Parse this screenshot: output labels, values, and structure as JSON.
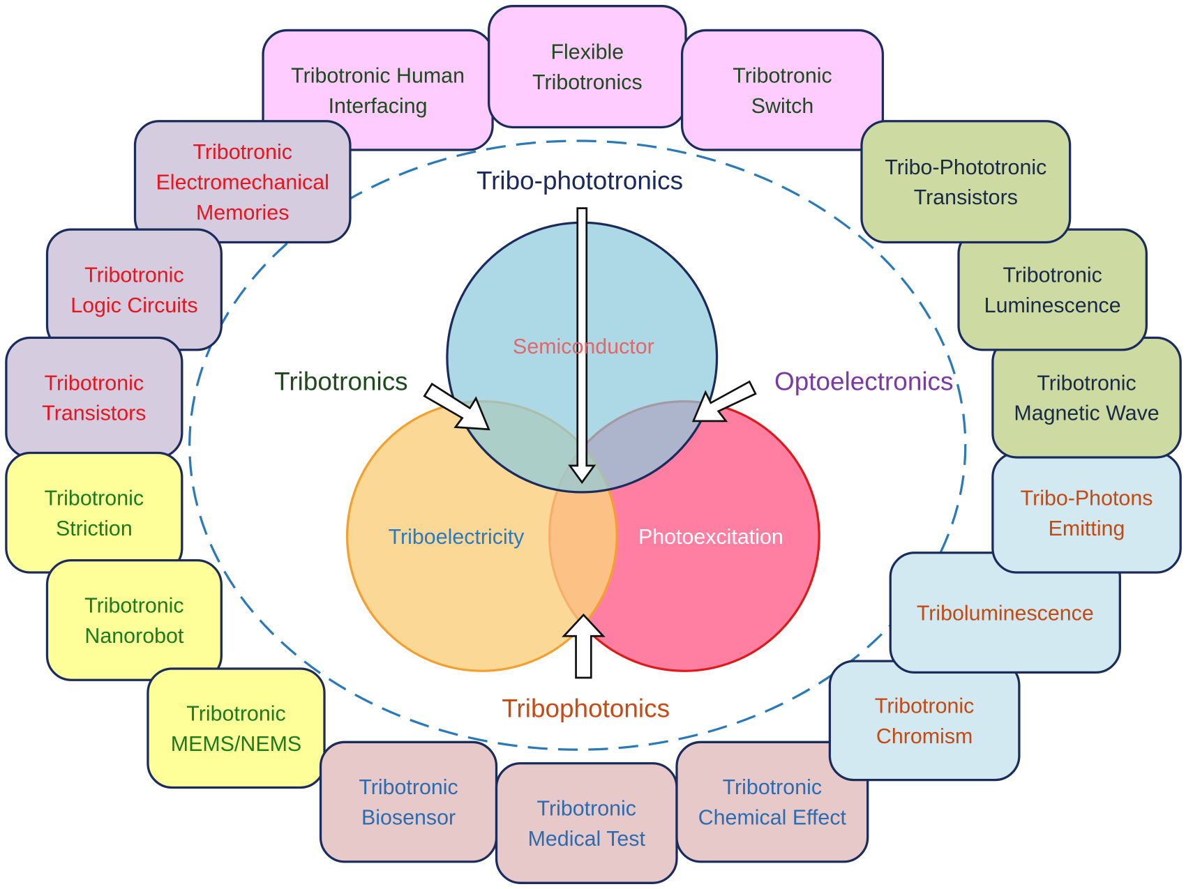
{
  "center": {
    "top_label": "Tribo-phototronics",
    "left_label": "Tribotronics",
    "right_label": "Optoelectronics",
    "bottom_label": "Tribophotonics",
    "circles": {
      "semiconductor": "Semiconductor",
      "triboelectricity": "Triboelectricity",
      "photoexcitation": "Photoexcitation"
    }
  },
  "colors": {
    "pink_group_fill": "#ffccff",
    "pink_group_text": "#1e4a1e",
    "lavender_group_fill": "#d6cce0",
    "lavender_group_text": "#e8141e",
    "yellow_group_fill": "#ffff99",
    "yellow_group_text": "#1e7a1e",
    "rose_group_fill": "#e8c9c9",
    "rose_group_text": "#2b6cb0",
    "lightblue_group_fill": "#d2e9f1",
    "lightblue_group_text": "#c44a12",
    "green_group_fill": "#cddba3",
    "green_group_text": "#1a2a44",
    "box_stroke": "#1b2c5c",
    "semiconductor": "#8ecbdc",
    "triboelectricity": "#fbd07f",
    "photoexcitation": "#ff7fa2",
    "dashed_ellipse": "#2a7ab8"
  },
  "applications": [
    {
      "group": "pink",
      "lines": [
        "Tribotronic Human",
        "Interfacing"
      ]
    },
    {
      "group": "pink",
      "lines": [
        "Flexible",
        "Tribotronics"
      ]
    },
    {
      "group": "pink",
      "lines": [
        "Tribotronic",
        "Switch"
      ]
    },
    {
      "group": "lavender",
      "lines": [
        "Tribotronic",
        "Electromechanical",
        "Memories"
      ]
    },
    {
      "group": "lavender",
      "lines": [
        "Tribotronic",
        "Logic Circuits"
      ]
    },
    {
      "group": "lavender",
      "lines": [
        "Tribotronic",
        "Transistors"
      ]
    },
    {
      "group": "yellow",
      "lines": [
        "Tribotronic",
        "Striction"
      ]
    },
    {
      "group": "yellow",
      "lines": [
        "Tribotronic",
        "Nanorobot"
      ]
    },
    {
      "group": "yellow",
      "lines": [
        "Tribotronic",
        "MEMS/NEMS"
      ]
    },
    {
      "group": "rose",
      "lines": [
        "Tribotronic",
        "Biosensor"
      ]
    },
    {
      "group": "rose",
      "lines": [
        "Tribotronic",
        "Medical Test"
      ]
    },
    {
      "group": "rose",
      "lines": [
        "Tribotronic",
        "Chemical Effect"
      ]
    },
    {
      "group": "lightblue",
      "lines": [
        "Tribotronic",
        "Chromism"
      ]
    },
    {
      "group": "lightblue",
      "lines": [
        "Triboluminescence"
      ]
    },
    {
      "group": "lightblue",
      "lines": [
        "Tribo-Photons",
        "Emitting"
      ]
    },
    {
      "group": "green",
      "lines": [
        "Tribotronic",
        "Magnetic Wave"
      ]
    },
    {
      "group": "green",
      "lines": [
        "Tribotronic",
        "Luminescence"
      ]
    },
    {
      "group": "green",
      "lines": [
        "Tribo-Phototronic",
        "Transistors"
      ]
    }
  ]
}
